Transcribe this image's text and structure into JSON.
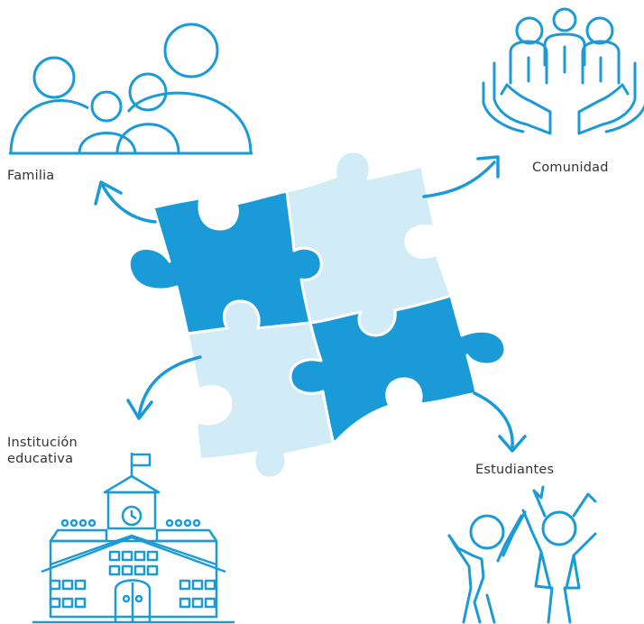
{
  "labels": {
    "familia": "Familia",
    "comunidad": "Comunidad",
    "institucion_line1": "Institución",
    "institucion_line2": "educativa",
    "estudiantes": "Estudiantes"
  },
  "colors": {
    "dark_piece": "#1a9bd7",
    "light_piece": "#d1ebf7",
    "line": "#1a9bd7",
    "text": "#333333"
  },
  "icons": [
    "family-icon",
    "community-hands-icon",
    "school-building-icon",
    "students-celebrating-icon",
    "puzzle-icon"
  ]
}
